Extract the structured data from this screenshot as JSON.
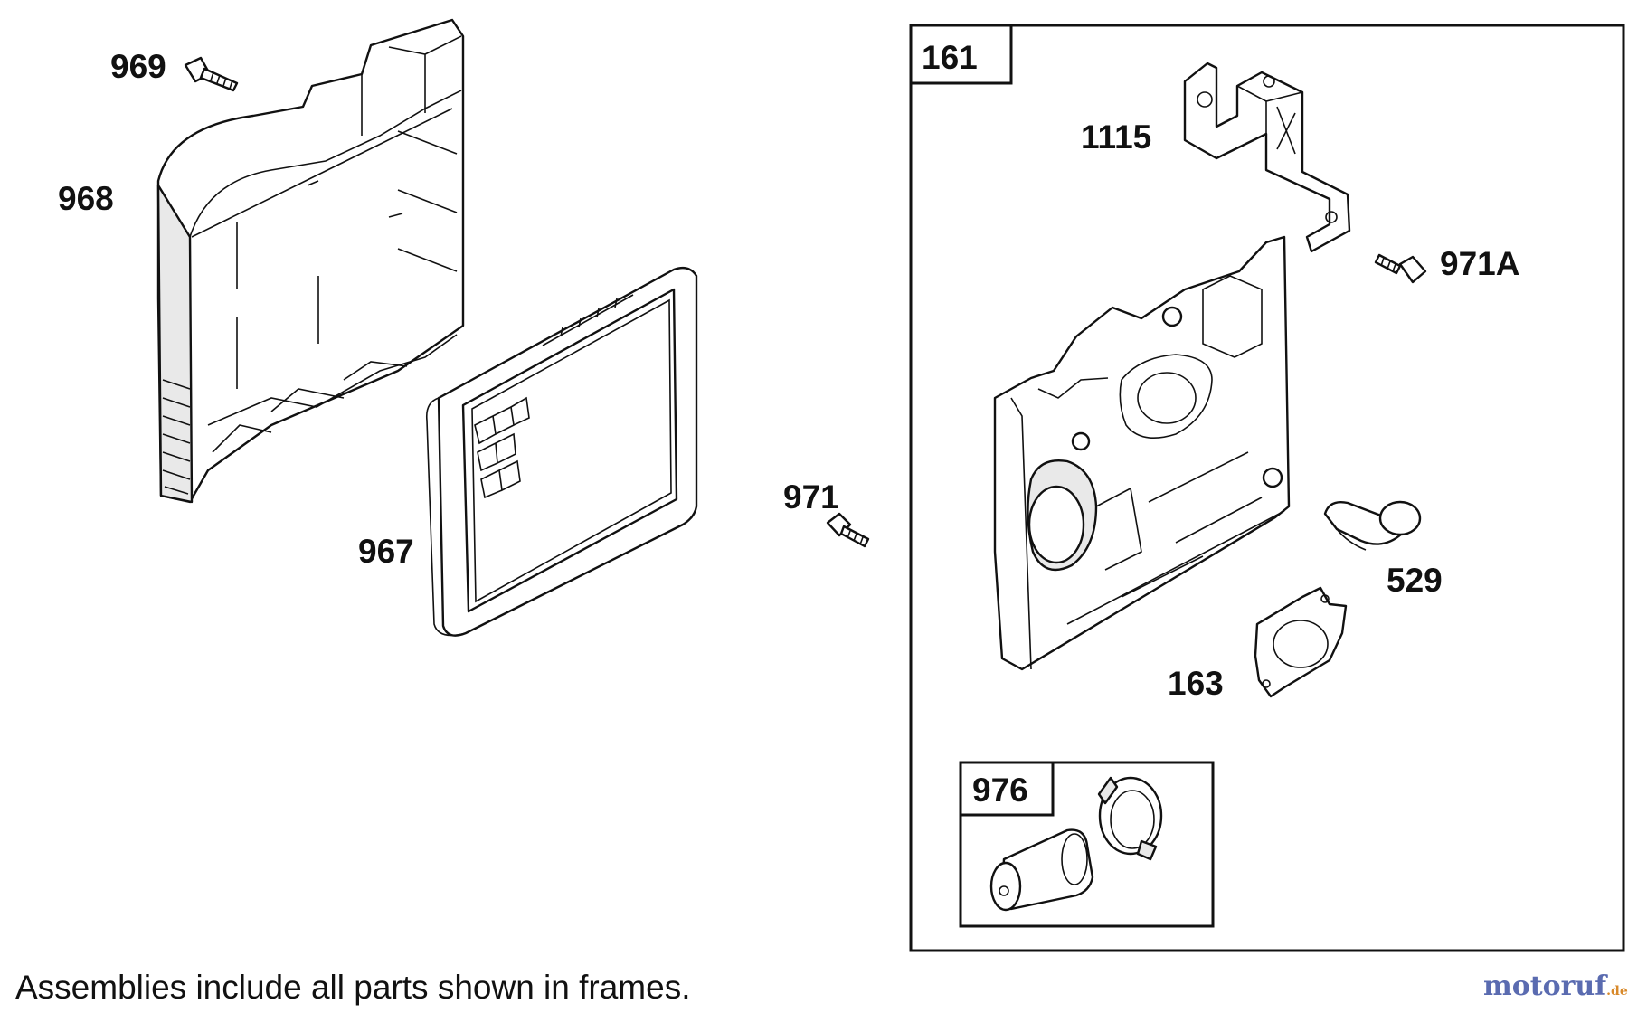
{
  "labels": {
    "p969": "969",
    "p968": "968",
    "p967": "967",
    "p971": "971",
    "p161": "161",
    "p1115": "1115",
    "p971a": "971A",
    "p529": "529",
    "p163": "163",
    "p976": "976"
  },
  "footnote": "Assemblies include all parts shown in frames.",
  "watermark": {
    "part1": "motoruf",
    "part2": ".de"
  }
}
